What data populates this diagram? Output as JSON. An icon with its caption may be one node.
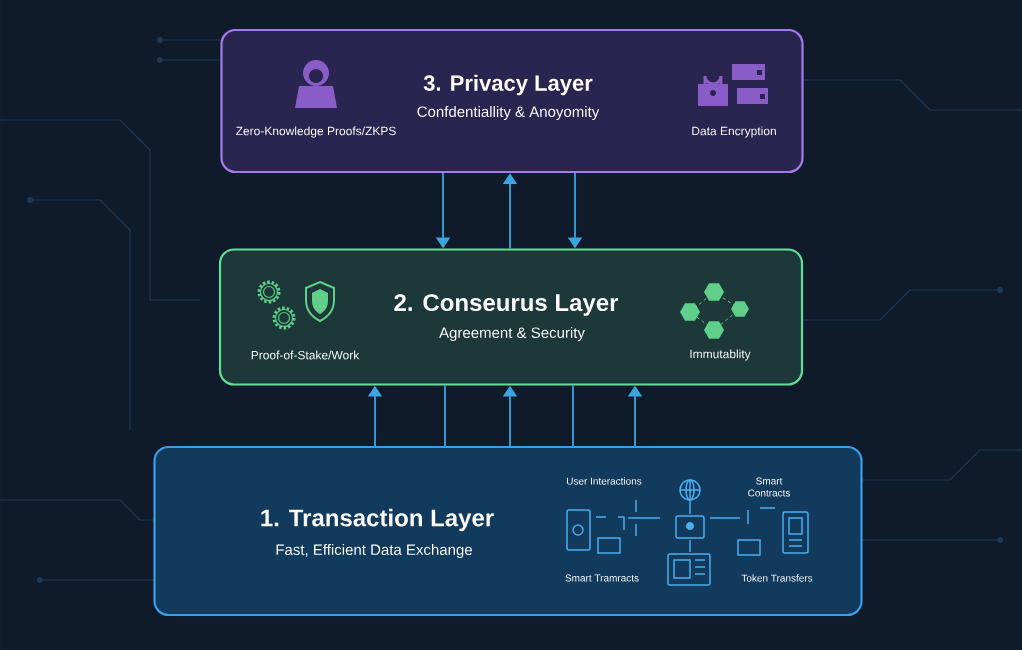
{
  "diagram": {
    "nodes": [
      {
        "text": [
          "3. Privacy Layer",
          "Confdentiallity & Anoyomity",
          "Zero-Knowledge Proofs/ZKPS",
          "Data Encryption"
        ]
      },
      {
        "text": [
          "2. Conseurus Layer",
          "Agreement & Security",
          "Proof-of-Stake/Work",
          "Immutablity"
        ]
      },
      {
        "text": [
          "1. Transaction Layer",
          "Fast, Efficient Data Exchange",
          "User Interactions",
          "Smart Contracts",
          "Smart Tramracts",
          "Token Transfers"
        ]
      }
    ],
    "edges": [
      {
        "from": 0,
        "to": 1,
        "arrow": "to"
      },
      {
        "from": 1,
        "to": 0,
        "arrow": "to"
      },
      {
        "from": 0,
        "to": 1,
        "arrow": "to"
      },
      {
        "from": 2,
        "to": 1,
        "arrow": "to"
      },
      {
        "from": 2,
        "to": 1,
        "arrow": "none"
      },
      {
        "from": 2,
        "to": 1,
        "arrow": "to"
      },
      {
        "from": 2,
        "to": 1,
        "arrow": "none"
      },
      {
        "from": 2,
        "to": 1,
        "arrow": "to"
      }
    ]
  }
}
